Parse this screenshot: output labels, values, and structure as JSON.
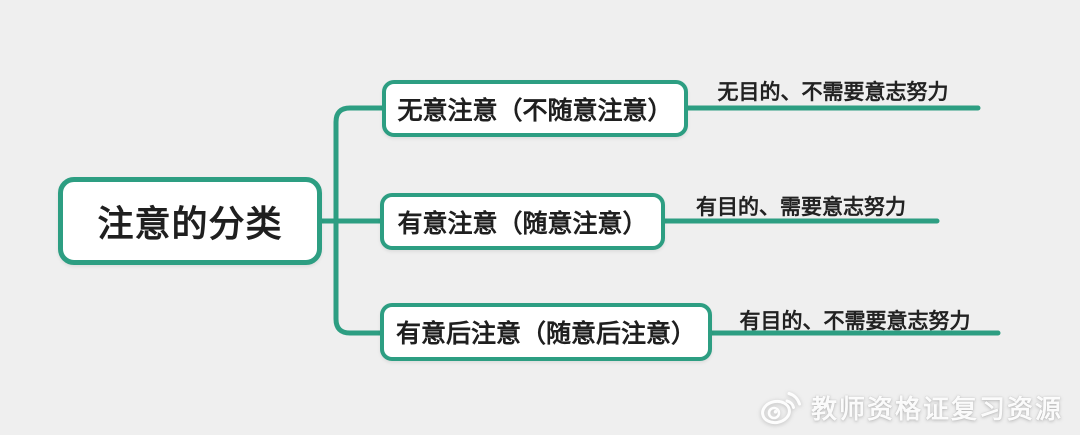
{
  "diagram": {
    "background_color": "#efefef",
    "accent_color": "#2d9e82",
    "text_color": "#1f1f1f",
    "root": {
      "label": "注意的分类"
    },
    "branches": [
      {
        "label": "无意注意（不随意注意）",
        "note": "无目的、不需要意志努力"
      },
      {
        "label": "有意注意（随意注意）",
        "note": "有目的、需要意志努力"
      },
      {
        "label": "有意后注意（随意后注意）",
        "note": "有目的、不需要意志努力"
      }
    ],
    "watermark": {
      "icon": "weibo-icon",
      "text": "教师资格证复习资源"
    }
  }
}
